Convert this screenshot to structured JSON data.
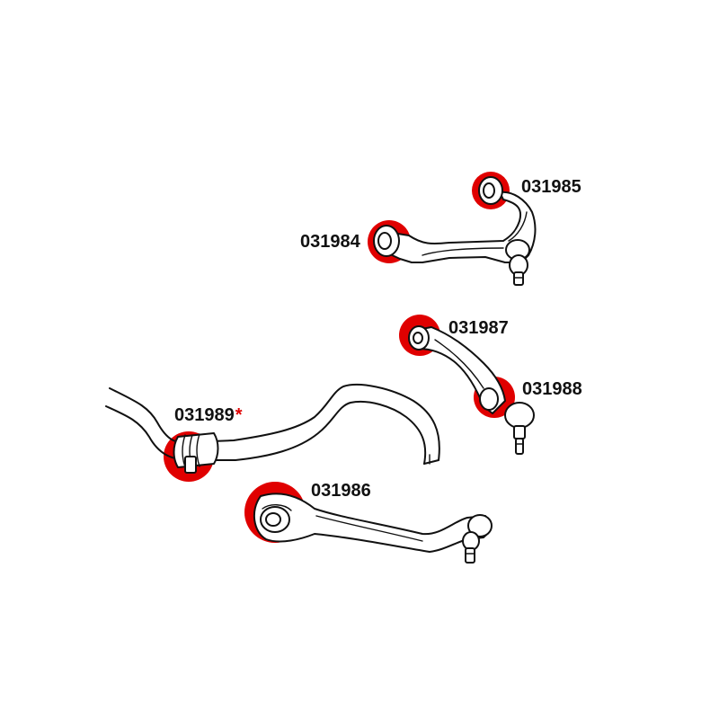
{
  "colors": {
    "highlight": "#e00000",
    "line": "#111111",
    "background": "#ffffff"
  },
  "parts": [
    {
      "id": "upper-arm-rear-bushing",
      "code": "031984"
    },
    {
      "id": "upper-arm-front-bushing",
      "code": "031985"
    },
    {
      "id": "thrust-arm-front-bushing",
      "code": "031986"
    },
    {
      "id": "lateral-link-inner-bushing",
      "code": "031987"
    },
    {
      "id": "lateral-link-outer-bushing",
      "code": "031988"
    },
    {
      "id": "stabilizer-bar-bushing",
      "code": "031989",
      "marker": "*"
    }
  ]
}
